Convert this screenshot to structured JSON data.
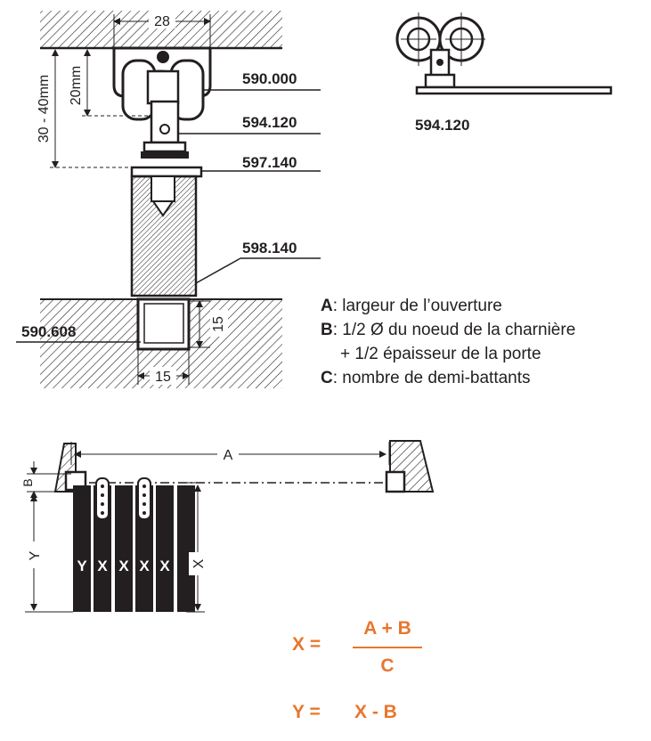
{
  "part_numbers": {
    "p590000": "590.000",
    "p594120": "594.120",
    "p597140": "597.140",
    "p598140": "598.140",
    "p590608": "590.608",
    "side_594120": "594.120"
  },
  "dimensions": {
    "width_28": "28",
    "height_20": "20mm",
    "height_30_40": "30 - 40mm",
    "groove_15_v": "15",
    "groove_15_h": "15"
  },
  "legend": [
    {
      "key": "A",
      "text": ": largeur de l’ouverture"
    },
    {
      "key": "B",
      "text": ": 1/2 Ø du noeud de la charnière"
    },
    {
      "key": "",
      "text": "+ 1/2 épaisseur de la porte"
    },
    {
      "key": "C",
      "text": ": nombre de demi-battants"
    }
  ],
  "plan_labels": {
    "A": "A",
    "B": "B",
    "Y": "Y",
    "X": "X",
    "panels": [
      "Y",
      "X",
      "X",
      "X",
      "X"
    ]
  },
  "formulas": {
    "x_lhs": "X =",
    "x_num": "A + B",
    "x_den": "C",
    "y_lhs": "Y =",
    "y_rhs": "X - B"
  },
  "colors": {
    "ink": "#231f20",
    "accent": "#e8762d"
  }
}
